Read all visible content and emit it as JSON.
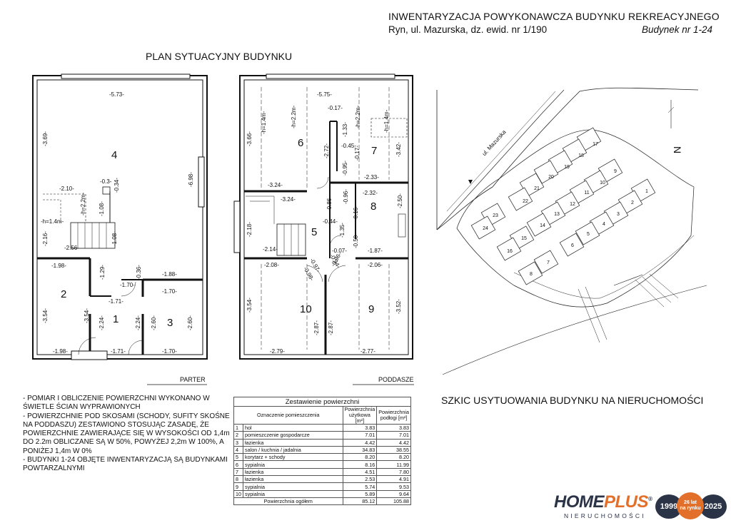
{
  "header": {
    "title": "INWENTARYZACJA POWYKONAWCZA BUDYNKU REKREACYJNEGO",
    "address": "Ryn, ul. Mazurska, dz. ewid. nr  1/190",
    "building": "Budynek nr 1-24"
  },
  "plan_title": "PLAN SYTUACYJNY BUDYNKU",
  "site_title": "SZKIC USYTUOWANIA BUDYNKU NA NIERUCHOMOŚCI",
  "ground_floor": {
    "label": "PARTER",
    "dims": [
      "-5.73-",
      "-3.69-",
      "-6.98-",
      "-0.3-",
      "-0.34-",
      "-2.10-",
      "-h=2.2m-",
      "-1.08-",
      "-h=1.4m-",
      "-2.16-",
      "-2.56-",
      "-1.08-",
      "-1.98-",
      "-1.29-",
      "-0.36-",
      "-1.88-",
      "-1.70-",
      "-1.70-",
      "-1.71-",
      "-3.54-",
      "-3.54-",
      "-2.24-",
      "-2.24-",
      "-2.60-",
      "-2.60-",
      "-1.98-",
      "-1.71-",
      "-1.70-"
    ],
    "rooms": [
      "4",
      "2",
      "1",
      "3"
    ]
  },
  "attic": {
    "label": "PODDASZE",
    "dims": [
      "-5.75-",
      "-h=1.4m-",
      "-h=2.2m-",
      "-0.17-",
      "-h=2.2m-",
      "-h=1.4m-",
      "-3.66-",
      "-2.72-",
      "-1.33-",
      "-0.45-",
      "-0.17-",
      "-3.42-",
      "-0.95-",
      "-2.33-",
      "-3.24-",
      "-3.24-",
      "-0.86-",
      "-0.96-",
      "-2.32-",
      "-2.50-",
      "-2.18-",
      "-0.44-",
      "-0.16-",
      "-1.35-",
      "-2.14-",
      "-0.07-",
      "-0.50-",
      "-1.87-",
      "-2.08-",
      "-0.97-",
      "-0.94-",
      "-0.98-",
      "-0.96-",
      "-2.06-",
      "-3.54-",
      "-2.87-",
      "-2.87-",
      "-3.52-",
      "-2.79-",
      "-2.77-"
    ],
    "rooms": [
      "6",
      "7",
      "8",
      "5",
      "10",
      "9"
    ]
  },
  "site": {
    "street": "ul. Mazurska",
    "north": "N",
    "houses": [
      "17",
      "18",
      "19",
      "20",
      "21",
      "22",
      "9",
      "10",
      "11",
      "12",
      "13",
      "14",
      "1",
      "2",
      "3",
      "4",
      "5",
      "6",
      "23",
      "24",
      "15",
      "16",
      "7",
      "8"
    ]
  },
  "notes": [
    "- POMIAR I OBLICZENIE  POWIERZCHNI WYKONANO W ŚWIETLE ŚCIAN WYPRAWIONYCH",
    "- POWIERZCHNIE POD SKOSAMI (SCHODY, SUFITY SKOŚNE NA PODDASZU) ZESTAWIONO STOSUJĄC ZASADĘ, ŻE POWIERZCHNIE  ZAWIERAJĄCE SIĘ W WYSOKOŚCI OD 1,4m DO 2.2m  OBLICZANE SĄ W 50%, POWYŻEJ 2,2m W 100%, A PONIŻEJ 1,4m W 0%",
    "- BUDYNKI 1-24 OBJĘTE INWENTARYZACJĄ SĄ BUDYNKAMI POWTARZALNYMI"
  ],
  "summary": {
    "title": "Zestawienie powierzchni",
    "col_name": "Oznaczenie pomieszczenia",
    "col_usable": "Powierzchnia użytkowa [m²]",
    "col_floor": "Powierzchnia podłogi [m²]",
    "rows": [
      {
        "n": "1",
        "name": "hol",
        "usable": "3.83",
        "floor": "3.83"
      },
      {
        "n": "2",
        "name": "pomieszczenie gospodarcze",
        "usable": "7.01",
        "floor": "7.01"
      },
      {
        "n": "3",
        "name": "łazienka",
        "usable": "4.42",
        "floor": "4.42"
      },
      {
        "n": "4",
        "name": "salon / kuchnia / jadalnia",
        "usable": "34.83",
        "floor": "38.55"
      },
      {
        "n": "5",
        "name": "korytarz + schody",
        "usable": "8.20",
        "floor": "8.20"
      },
      {
        "n": "6",
        "name": "sypialnia",
        "usable": "8.16",
        "floor": "11.99"
      },
      {
        "n": "7",
        "name": "łazienka",
        "usable": "4.51",
        "floor": "7.80"
      },
      {
        "n": "8",
        "name": "łazienka",
        "usable": "2.53",
        "floor": "4.91"
      },
      {
        "n": "9",
        "name": "sypialnia",
        "usable": "5.74",
        "floor": "9.53"
      },
      {
        "n": "10",
        "name": "sypialnia",
        "usable": "5.89",
        "floor": "9.64"
      }
    ],
    "total_label": "Powierzchnia ogółem",
    "total_usable": "85.12",
    "total_floor": "105.88"
  },
  "logo": {
    "home": "HOME",
    "plus": "PLUS",
    "reg": "®",
    "sub": "NIERUCHOMOŚCI",
    "year_start": "1999",
    "years": "26 lat",
    "on_market": "na rynku",
    "year_end": "2025"
  },
  "colors": {
    "logo_dark": "#2b3347",
    "logo_orange": "#e2702a"
  }
}
